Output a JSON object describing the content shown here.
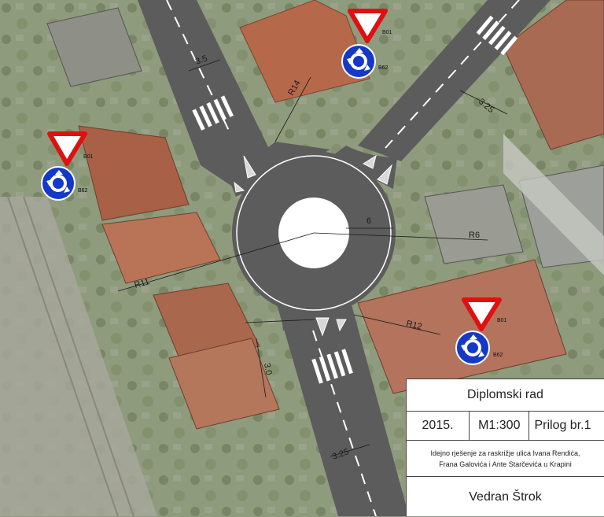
{
  "dimensions": {
    "lane_top_left": "3.5",
    "radius_top_left": "R14",
    "lane_top_right": "3.25",
    "island_width": "6",
    "inner_radius": "R6",
    "outer_radius": "R11",
    "radius_bottom_right": "R12",
    "lane_bottom_left": "3.0",
    "lane_bottom": "3.25"
  },
  "signs": [
    {
      "yield_code": "B01",
      "roundabout_code": "B62"
    },
    {
      "yield_code": "B01",
      "roundabout_code": "B62"
    },
    {
      "yield_code": "B01",
      "roundabout_code": "B62"
    }
  ],
  "title_block": {
    "title": "Diplomski rad",
    "year": "2015.",
    "scale": "M1:300",
    "annex": "Prilog br.1",
    "description_line1": "Idejno rješenje za raskrižje ulica Ivana Rendića,",
    "description_line2": "Frana Galovića i Ante Starčevića u Krapini",
    "author": "Vedran Štrok"
  },
  "colors": {
    "asphalt": "#5c5c5c",
    "marking": "#ffffff",
    "roof": "#b5694a",
    "yield_border": "#e01010",
    "roundabout_sign": "#1438c8"
  },
  "icons": [
    "yield-sign-icon",
    "roundabout-sign-icon"
  ]
}
